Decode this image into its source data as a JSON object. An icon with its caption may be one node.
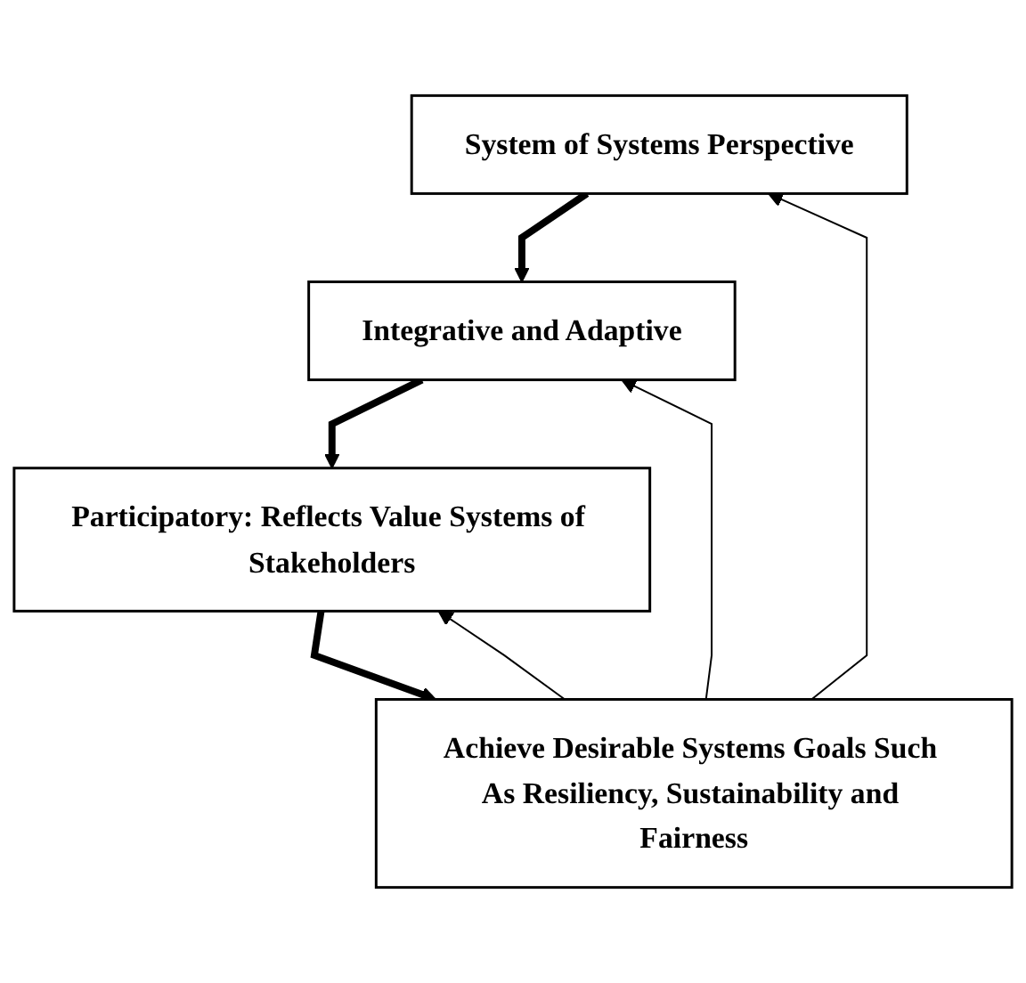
{
  "diagram": {
    "nodes": [
      {
        "text": [
          "System of Systems Perspective"
        ]
      },
      {
        "text": [
          "Integrative and Adaptive"
        ]
      },
      {
        "text": [
          "Participatory: Reflects Value Systems of Stakeholders"
        ]
      },
      {
        "text": [
          "Achieve Desirable Systems Goals Such As Resiliency, Sustainability and Fairness"
        ]
      }
    ],
    "edges": [
      {
        "from": 0,
        "to": 1,
        "arrow": "to",
        "style": "thick"
      },
      {
        "from": 1,
        "to": 2,
        "arrow": "to",
        "style": "thick"
      },
      {
        "from": 2,
        "to": 3,
        "arrow": "to",
        "style": "thick"
      },
      {
        "from": 3,
        "to": 0,
        "arrow": "to"
      },
      {
        "from": 3,
        "to": 1,
        "arrow": "to"
      },
      {
        "from": 3,
        "to": 2,
        "arrow": "to"
      }
    ]
  }
}
